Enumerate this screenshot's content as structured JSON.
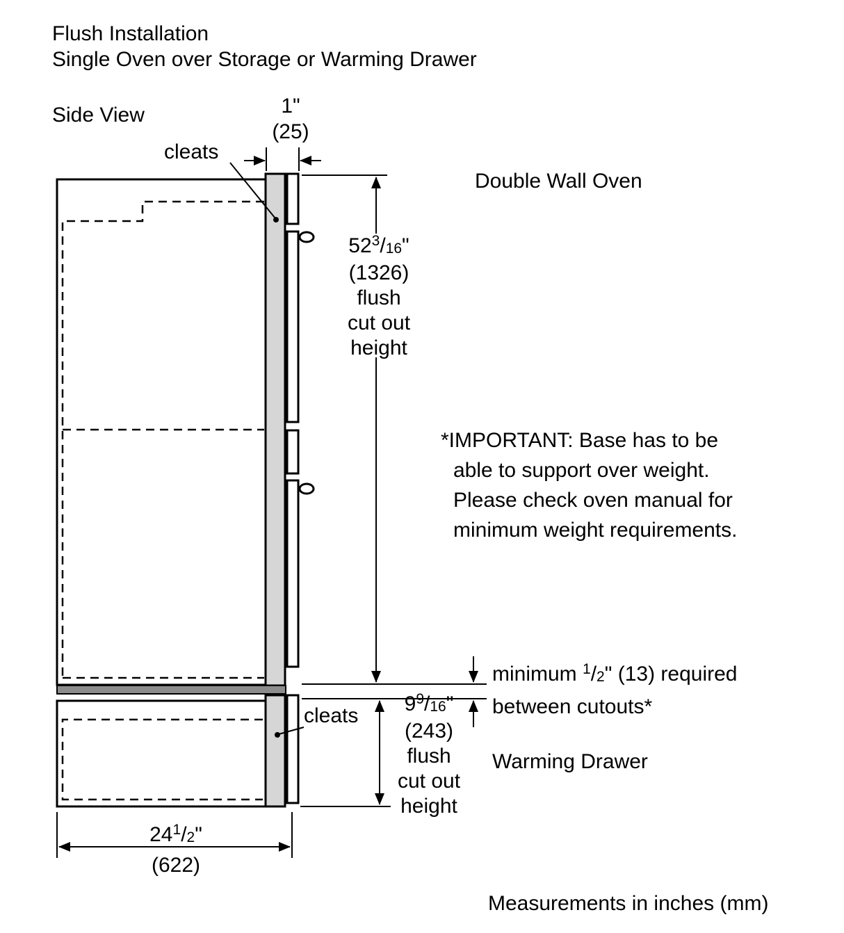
{
  "glyphs": {
    "slash": "/",
    "quote": "\""
  },
  "title": {
    "line1": "Flush Installation",
    "line2": "Single Oven over Storage or Warming Drawer"
  },
  "side_view_label": "Side View",
  "labels": {
    "cleats_top": "cleats",
    "cleats_bottom": "cleats",
    "double_wall_oven": "Double Wall Oven",
    "warming_drawer": "Warming Drawer"
  },
  "dims": {
    "cleat_width": {
      "inches": "1\"",
      "mm": "(25)"
    },
    "oven_cutout": {
      "whole": "52",
      "num": "3",
      "den": "16",
      "mm": "(1326)",
      "desc1": "flush",
      "desc2": "cut out",
      "desc3": "height"
    },
    "min_gap": {
      "pre": "minimum ",
      "num": "1",
      "den": "2",
      "post": "\" (13) required",
      "line2": "between cutouts*"
    },
    "drawer_cutout": {
      "whole": "9",
      "num": "9",
      "den": "16",
      "mm": "(243)",
      "desc1": "flush",
      "desc2": "cut out",
      "desc3": "height"
    },
    "cabinet_width": {
      "whole": "24",
      "num": "1",
      "den": "2",
      "mm": "(622)"
    }
  },
  "note": {
    "line1": "*IMPORTANT: Base has to be",
    "line2": "able to support over weight.",
    "line3": "Please check oven manual for",
    "line4": "minimum weight requirements."
  },
  "footer": "Measurements in inches (mm)",
  "colors": {
    "line": "#000000",
    "cleat_fill": "#d6d6d6",
    "divider_fill": "#8c8c8c"
  }
}
